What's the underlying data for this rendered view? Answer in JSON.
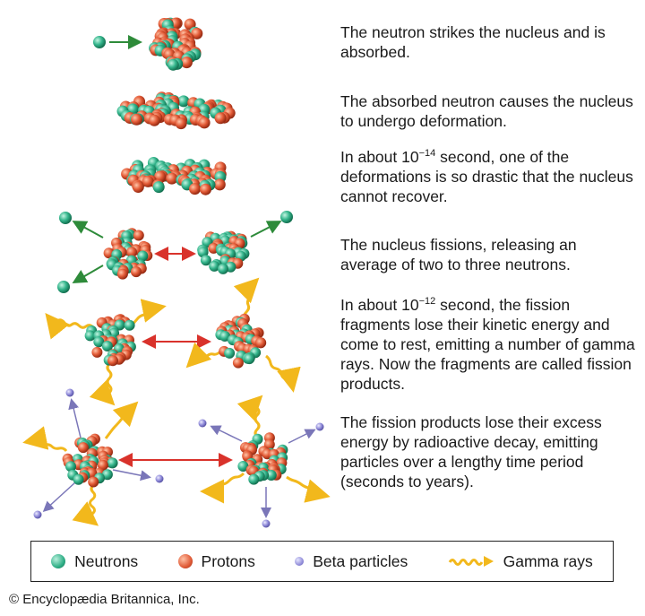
{
  "steps": [
    {
      "text": "The neutron strikes the nucleus and is absorbed."
    },
    {
      "text": "The absorbed neutron causes the nucleus to undergo deformation."
    },
    {
      "pre": "In about 10",
      "exp": "−14",
      "post": " second, one of the deformations is so drastic that the nucleus cannot recover."
    },
    {
      "text": "The nucleus fissions, releasing an average of two to three neutrons."
    },
    {
      "pre": "In about 10",
      "exp": "−12",
      "post": " second, the fission fragments lose their kinetic energy and come to rest, emitting a number of gamma rays. Now the fragments are called fission products."
    },
    {
      "text": "The fission products lose their excess energy by radioactive decay, emitting particles over a lengthy time period (seconds to years)."
    }
  ],
  "legend": {
    "neutrons": "Neutrons",
    "protons": "Protons",
    "beta": "Beta particles",
    "gamma": "Gamma rays"
  },
  "copyright": "© Encyclopædia Britannica, Inc.",
  "colors": {
    "neutron": "#2fae86",
    "proton": "#e05a36",
    "beta": "#8c87d6",
    "gamma": "#f2b81c",
    "arrow_green": "#2e8b3a",
    "arrow_red": "#d9322b",
    "arrow_purple": "#7a76b8"
  }
}
